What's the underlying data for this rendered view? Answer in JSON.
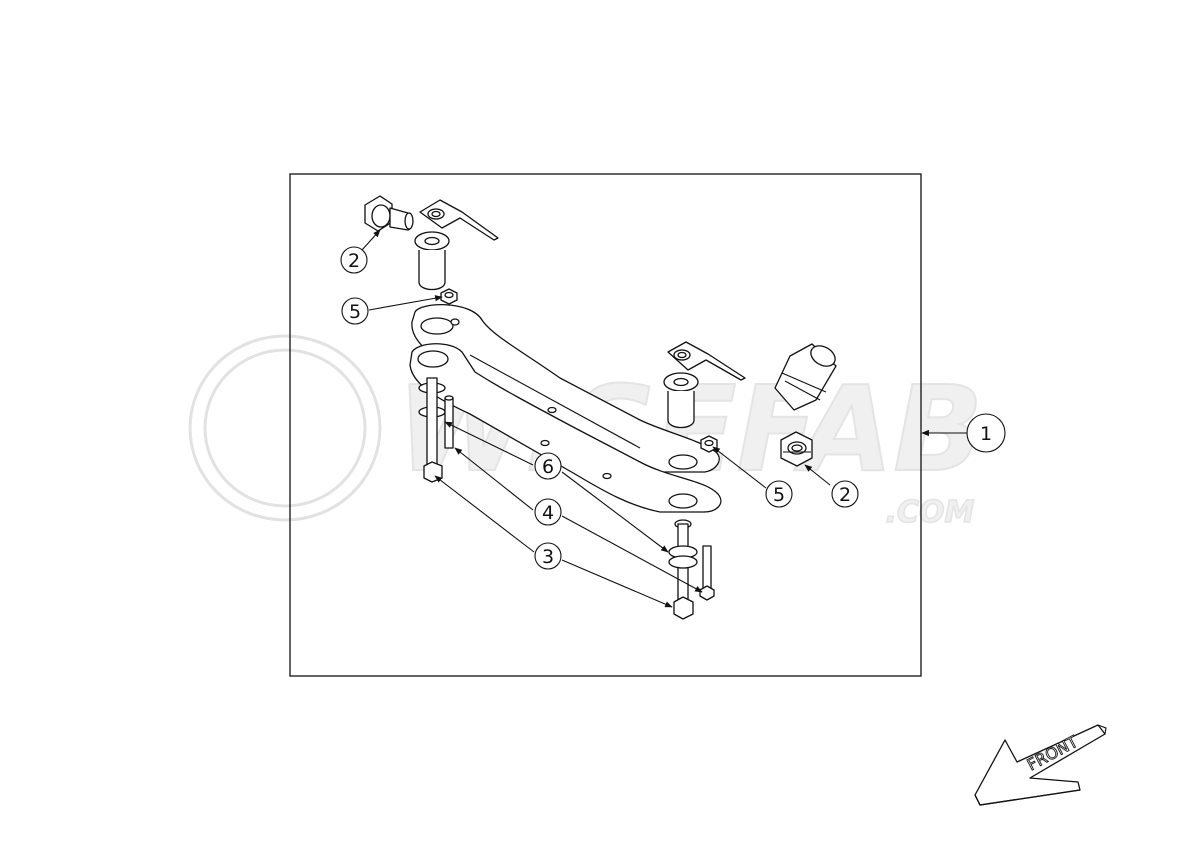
{
  "watermark": {
    "brand": "WISEFAB",
    "suffix": ".COM"
  },
  "callouts": [
    {
      "id": "c-1",
      "label": "1"
    },
    {
      "id": "c-2a",
      "label": "2"
    },
    {
      "id": "c-2b",
      "label": "2"
    },
    {
      "id": "c-3",
      "label": "3"
    },
    {
      "id": "c-4",
      "label": "4"
    },
    {
      "id": "c-5a",
      "label": "5"
    },
    {
      "id": "c-5b",
      "label": "5"
    },
    {
      "id": "c-6",
      "label": "6"
    }
  ],
  "front_arrow": {
    "label": "FRONT"
  }
}
